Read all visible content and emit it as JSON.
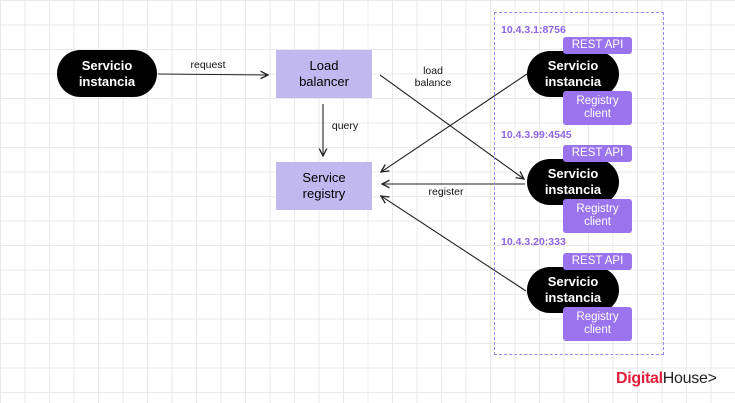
{
  "client": {
    "label": "Servicio\ninstancia"
  },
  "load_balancer": {
    "label": "Load\nbalancer"
  },
  "service_registry": {
    "label": "Service\nregistry"
  },
  "edges": {
    "request": "request",
    "query": "query",
    "load_balance": "load\nbalance",
    "register": "register"
  },
  "instances": [
    {
      "ip": "10.4.3.1:8756",
      "service": "Servicio\ninstancia",
      "rest_api": "REST API",
      "registry_client": "Registry\nclient"
    },
    {
      "ip": "10.4.3.99:4545",
      "service": "Servicio\ninstancia",
      "rest_api": "REST API",
      "registry_client": "Registry\nclient"
    },
    {
      "ip": "10.4.3.20:333",
      "service": "Servicio\ninstancia",
      "rest_api": "REST API",
      "registry_client": "Registry\nclient"
    }
  ],
  "logo": {
    "part1": "Digital",
    "part2": "House",
    "chevron": ">"
  },
  "colors": {
    "box": "#c2b8f0",
    "tag": "#9a74ec",
    "ip": "#8c64e6",
    "pill": "#000000",
    "logo_red": "#e3203c"
  }
}
